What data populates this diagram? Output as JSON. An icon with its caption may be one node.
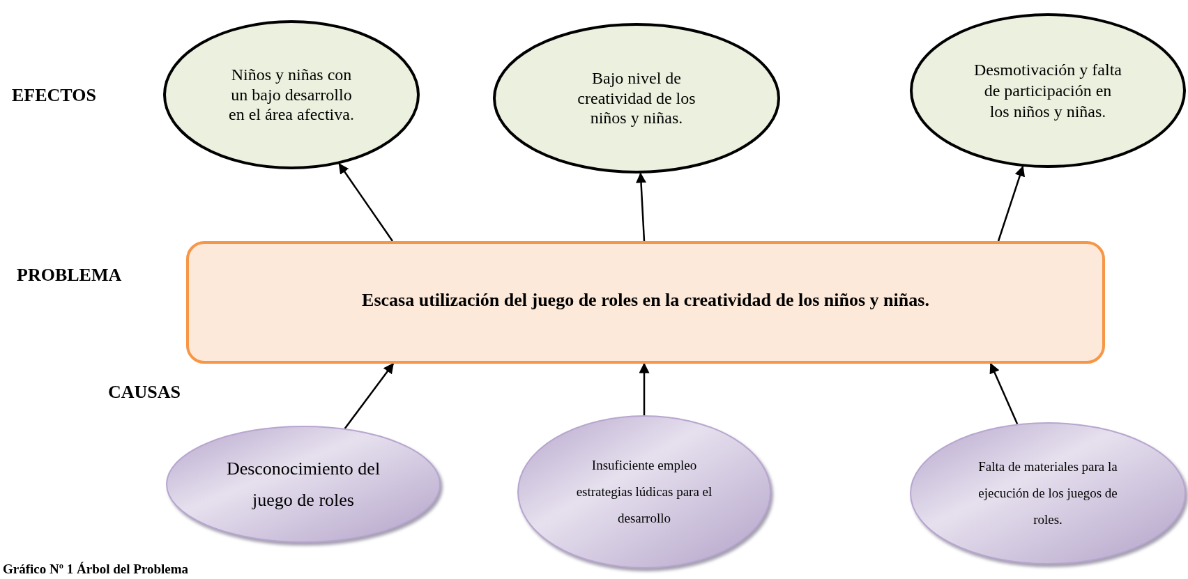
{
  "diagram": {
    "caption": "Gráfico Nº 1 Árbol del Problema",
    "nodes": [
      {
        "text": [
          "Niños y niñas con un bajo desarrollo en el área afectiva."
        ]
      },
      {
        "text": [
          "Bajo nivel de creatividad de los niños y niñas."
        ]
      },
      {
        "text": [
          "Desmotivación y falta de participación en los niños y niñas."
        ]
      },
      {
        "text": [
          "Escasa utilización del juego de roles en la creatividad de los niños y niñas."
        ]
      },
      {
        "text": [
          "Desconocimiento del juego de roles"
        ]
      },
      {
        "text": [
          "Insuficiente empleo estrategias lúdicas para el desarrollo"
        ]
      },
      {
        "text": [
          "Falta de materiales para la ejecución de los juegos de roles."
        ]
      }
    ],
    "edges": [
      {
        "from": 3,
        "to": 0,
        "arrow": "to"
      },
      {
        "from": 3,
        "to": 1,
        "arrow": "to"
      },
      {
        "from": 3,
        "to": 2,
        "arrow": "to"
      },
      {
        "from": 4,
        "to": 3,
        "arrow": "to"
      },
      {
        "from": 5,
        "to": 3,
        "arrow": "to"
      },
      {
        "from": 6,
        "to": 3,
        "arrow": "to"
      }
    ],
    "labels": [
      "EFECTOS",
      "PROBLEMA",
      "CAUSAS"
    ]
  }
}
